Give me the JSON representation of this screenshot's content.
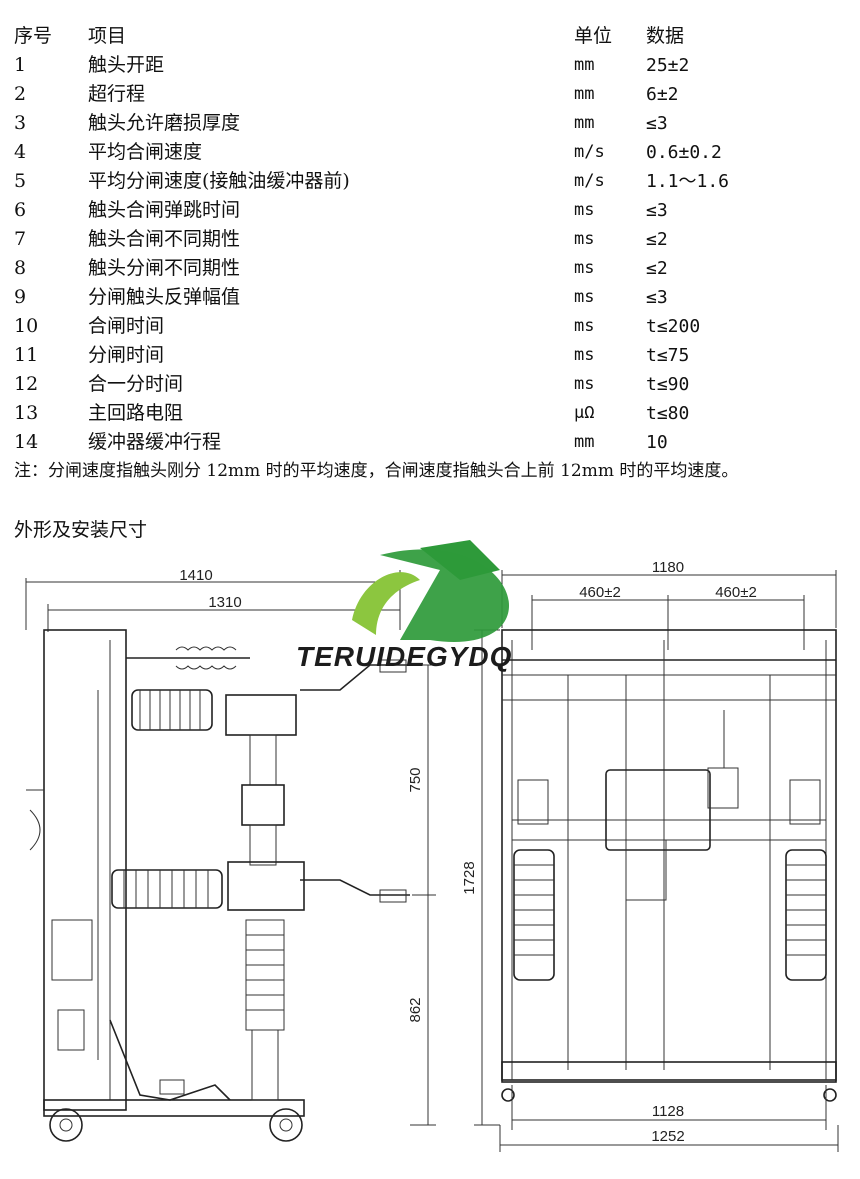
{
  "table": {
    "header": {
      "no": "序号",
      "item": "项目",
      "unit": "单位",
      "value": "数据"
    },
    "rows": [
      {
        "no": "1",
        "item": "触头开距",
        "unit": "mm",
        "value": "25±2"
      },
      {
        "no": "2",
        "item": "超行程",
        "unit": "mm",
        "value": "6±2"
      },
      {
        "no": "3",
        "item": "触头允许磨损厚度",
        "unit": "mm",
        "value": "≤3"
      },
      {
        "no": "4",
        "item": "平均合闸速度",
        "unit": "m/s",
        "value": "0.6±0.2"
      },
      {
        "no": "5",
        "item": "平均分闸速度(接触油缓冲器前)",
        "unit": "m/s",
        "value": "1.1～1.6"
      },
      {
        "no": "6",
        "item": "触头合闸弹跳时间",
        "unit": "ms",
        "value": "≤3"
      },
      {
        "no": "7",
        "item": "触头合闸不同期性",
        "unit": "ms",
        "value": "≤2"
      },
      {
        "no": "8",
        "item": "触头分闸不同期性",
        "unit": "ms",
        "value": "≤2"
      },
      {
        "no": "9",
        "item": "分闸触头反弹幅值",
        "unit": "ms",
        "value": "≤3"
      },
      {
        "no": "10",
        "item": "合闸时间",
        "unit": "ms",
        "value": "t≤200"
      },
      {
        "no": "11",
        "item": "分闸时间",
        "unit": "ms",
        "value": "t≤75"
      },
      {
        "no": "12",
        "item": "合一分时间",
        "unit": "ms",
        "value": "t≤90"
      },
      {
        "no": "13",
        "item": "主回路电阻",
        "unit": "μΩ",
        "value": "t≤80"
      },
      {
        "no": "14",
        "item": "缓冲器缓冲行程",
        "unit": "mm",
        "value": "10"
      }
    ]
  },
  "note": "注：分闸速度指触头刚分 12mm 时的平均速度，合闸速度指触头合上前 12mm 时的平均速度。",
  "section_title": "外形及安装尺寸",
  "logo": {
    "text": "TERUIDEGYDQ",
    "color": "#2e9a3a",
    "accent": "#8cc63f"
  },
  "dims": {
    "d1410": "1410",
    "d1310": "1310",
    "d750": "750",
    "d862": "862",
    "d1180": "1180",
    "d460a": "460±2",
    "d460b": "460±2",
    "d1728": "1728",
    "d1128": "1128",
    "d1252": "1252"
  }
}
